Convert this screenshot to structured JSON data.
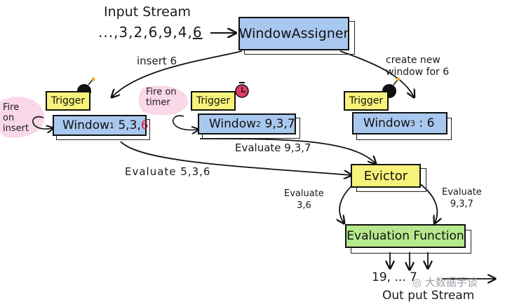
{
  "input": {
    "title": "Input Stream",
    "prefix": "...,3,2,6,9,4,",
    "current": "6"
  },
  "assigner": {
    "label": "WindowAssigner"
  },
  "annotations": {
    "insert": "insert 6",
    "create_line1": "create new",
    "create_line2": "window for 6",
    "fire_insert_line1": "Fire",
    "fire_insert_line2": "on",
    "fire_insert_line3": "insert",
    "fire_timer_line1": "Fire on",
    "fire_timer_line2": "timer",
    "evaluate_936": "Evaluate 9,3,7",
    "evaluate_536": "Evaluate 5,3,6",
    "evaluate_left_line1": "Evaluate",
    "evaluate_left_line2": "3,6",
    "evaluate_right_line1": "Evaluate",
    "evaluate_right_line2": "9,3,7"
  },
  "windows": [
    {
      "trigger": "Trigger",
      "name": "Window",
      "sub": "1",
      "values": "5,3,",
      "values_highlight": "6"
    },
    {
      "trigger": "Trigger",
      "name": "Window",
      "sub": "2",
      "values": "9,3,7",
      "values_highlight": ""
    },
    {
      "trigger": "Trigger",
      "name": "Window",
      "sub": "3",
      "values": ": 6",
      "values_highlight": ""
    }
  ],
  "evictor": {
    "label": "Evictor"
  },
  "evaluation": {
    "label": "Evaluation Function"
  },
  "output": {
    "values": "19, ... 7",
    "title": "Out put Stream"
  },
  "watermark": "大数据手谈",
  "colors": {
    "blue": "#a9c8ef",
    "yellow": "#f7f27a",
    "green": "#b6e88c",
    "pink": "#f6b8d6",
    "red": "#d81b3a"
  }
}
